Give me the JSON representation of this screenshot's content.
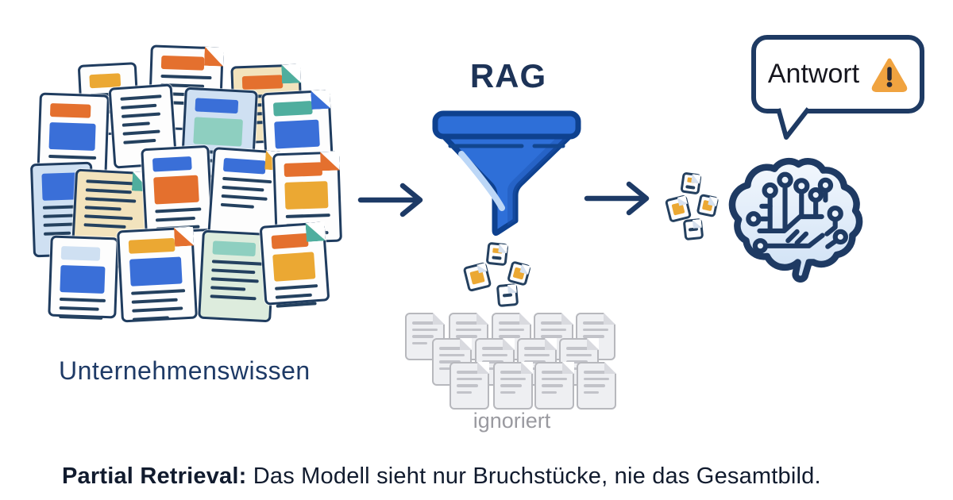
{
  "labels": {
    "source_label": "Unternehmensw​issen",
    "process_title": "RAG",
    "ignored_label": "ignoriert",
    "answer_label": "Antwort",
    "caption_bold": "Partial Retrieval:",
    "caption_rest": " Das Modell sieht nur Bruchstücke, nie das Gesamtbild."
  },
  "colors": {
    "navy": "#1f3c5f",
    "text_navy": "#1e3a66",
    "title_navy": "#1d3357",
    "caption_dark": "#111b2e",
    "funnel_blue": "#2e6fd8",
    "funnel_outline": "#0e418f",
    "funnel_highlight": "#bcd7f7",
    "orange": "#e4702e",
    "amber": "#eba833",
    "blue": "#3a6fd8",
    "teal": "#4fae9e",
    "teal_light": "#8ecfc0",
    "cream": "#f2e3bd",
    "light_blue": "#cfe0f2",
    "mint": "#ddecdd",
    "white_doc": "#fdfdfd",
    "gray_doc": "#eeeff2",
    "gray_doc_border": "#b7b8bd",
    "gray_text": "#9a9aa0",
    "warning_orange": "#f0a340",
    "brain_fill_top": "#f2f7fd",
    "brain_fill_bottom": "#cfe1f5"
  },
  "icons": {
    "documents_cluster": "document-stack-icon",
    "flow_arrow": "arrow-right-icon",
    "funnel": "funnel-icon",
    "fragments": "document-fragment-icon",
    "ignored_docs": "grayed-document-icon",
    "brain": "ai-brain-circuit-icon",
    "speech_bubble": "speech-bubble",
    "warning": "warning-triangle-icon"
  }
}
